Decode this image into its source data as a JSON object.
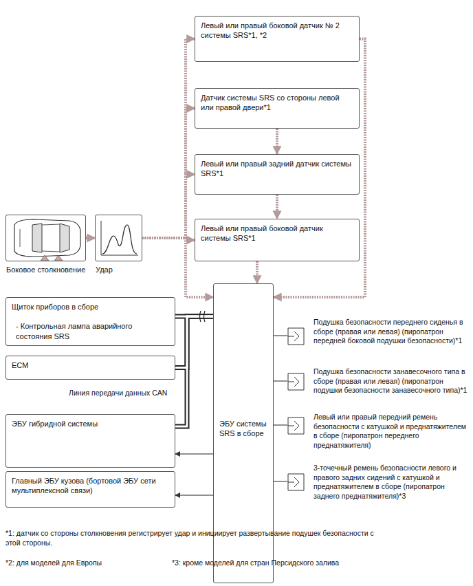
{
  "diagram": {
    "nodes": [
      {
        "text": [
          "Левый или правый боковой датчик № 2 системы SRS*1, *2"
        ]
      },
      {
        "text": [
          "Датчик системы SRS со стороны левой или правой двери*1"
        ]
      },
      {
        "text": [
          "Левый или правый задний датчик системы SRS*1"
        ]
      },
      {
        "text": [
          "Левый или правый боковой датчик системы SRS*1"
        ]
      },
      {
        "text": [
          "Боковое столкновение"
        ]
      },
      {
        "text": [
          "Удар"
        ]
      },
      {
        "text": [
          "ЭБУ системы SRS в сборе"
        ]
      },
      {
        "text": [
          "Щиток приборов в сборе",
          "- Контрольная лампа аварийного состояния SRS"
        ]
      },
      {
        "text": [
          "ECM"
        ]
      },
      {
        "text": [
          "ЭБУ гибридной системы"
        ]
      },
      {
        "text": [
          "Главный ЭБУ кузова (бортовой ЭБУ сети мультиплексной связи)"
        ]
      },
      {
        "text": [
          "Подушка безопасности переднего сиденья в сборе (правая или левая) (пиропатрон передней боковой подушки безопасности)*1"
        ]
      },
      {
        "text": [
          "Подушка безопасности занавесочного типа в сборе (правая или левая) (пиропатрон подушки безопасности занавесочного типа)*1"
        ]
      },
      {
        "text": [
          "Левый или правый передний ремень безопасности с катушкой и преднатяжителем в сборе (пиропатрон переднего преднатяжителя)"
        ]
      },
      {
        "text": [
          "3-точечный ремень безопасности левого и правого задних сидений с катушкой и преднатяжителем в сборе (пиропатрон заднего преднатяжителя)*3"
        ]
      }
    ],
    "edges": [
      {
        "from": 4,
        "to": 5,
        "arrow": "to"
      },
      {
        "from": 5,
        "to": 0,
        "arrow": "to"
      },
      {
        "from": 5,
        "to": 1,
        "arrow": "to"
      },
      {
        "from": 5,
        "to": 2,
        "arrow": "to"
      },
      {
        "from": 5,
        "to": 3,
        "arrow": "to"
      },
      {
        "from": 5,
        "to": 6,
        "arrow": "to"
      },
      {
        "from": 1,
        "to": 2,
        "arrow": "to"
      },
      {
        "from": 2,
        "to": 3,
        "arrow": "to"
      },
      {
        "from": 3,
        "to": 6,
        "arrow": "to"
      },
      {
        "from": 0,
        "to": 6,
        "arrow": "to"
      },
      {
        "from": 6,
        "to": 7,
        "arrow": "none"
      },
      {
        "from": 6,
        "to": 8,
        "arrow": "none"
      },
      {
        "from": 6,
        "to": 9,
        "arrow": "none"
      },
      {
        "from": 6,
        "to": 9,
        "arrow": "to"
      },
      {
        "from": 6,
        "to": 10,
        "arrow": "to"
      },
      {
        "from": 6,
        "to": 11,
        "arrow": "none"
      },
      {
        "from": 6,
        "to": 12,
        "arrow": "none"
      },
      {
        "from": 6,
        "to": 13,
        "arrow": "none"
      },
      {
        "from": 6,
        "to": 14,
        "arrow": "none"
      }
    ],
    "labels": [
      "Линия передачи данных CAN",
      "*1: датчик со стороны столкновения регистрирует удар и инициирует развертывание подушек безопасности с этой стороны.",
      "*2: для моделей для Европы",
      "*3: кроме моделей для стран Персидского залива"
    ]
  }
}
